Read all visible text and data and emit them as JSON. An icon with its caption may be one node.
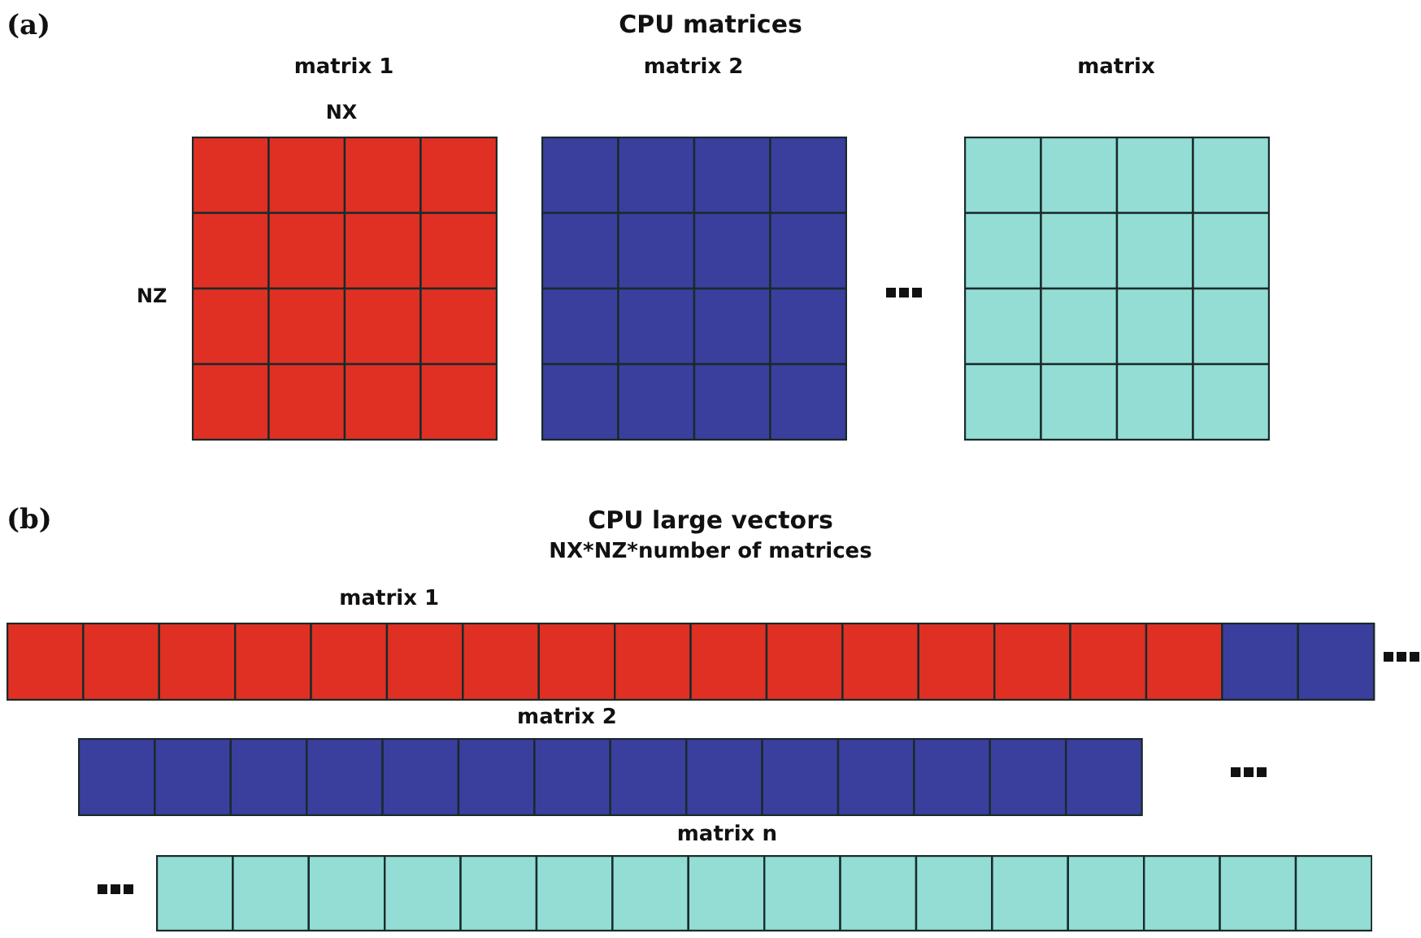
{
  "diagram": {
    "nodes": [
      {
        "text": [
          "matrix 1"
        ]
      },
      {
        "text": [
          "matrix 2"
        ]
      },
      {
        "text": [
          "matrix"
        ]
      },
      {
        "text": [
          "matrix 1"
        ]
      },
      {
        "text": [
          "matrix 2"
        ]
      },
      {
        "text": [
          "matrix n"
        ]
      }
    ],
    "labels": [
      "(a)",
      "CPU matrices",
      "NX",
      "NZ",
      "(b)",
      "CPU large vectors",
      "NX*NZ*number of matrices"
    ]
  }
}
